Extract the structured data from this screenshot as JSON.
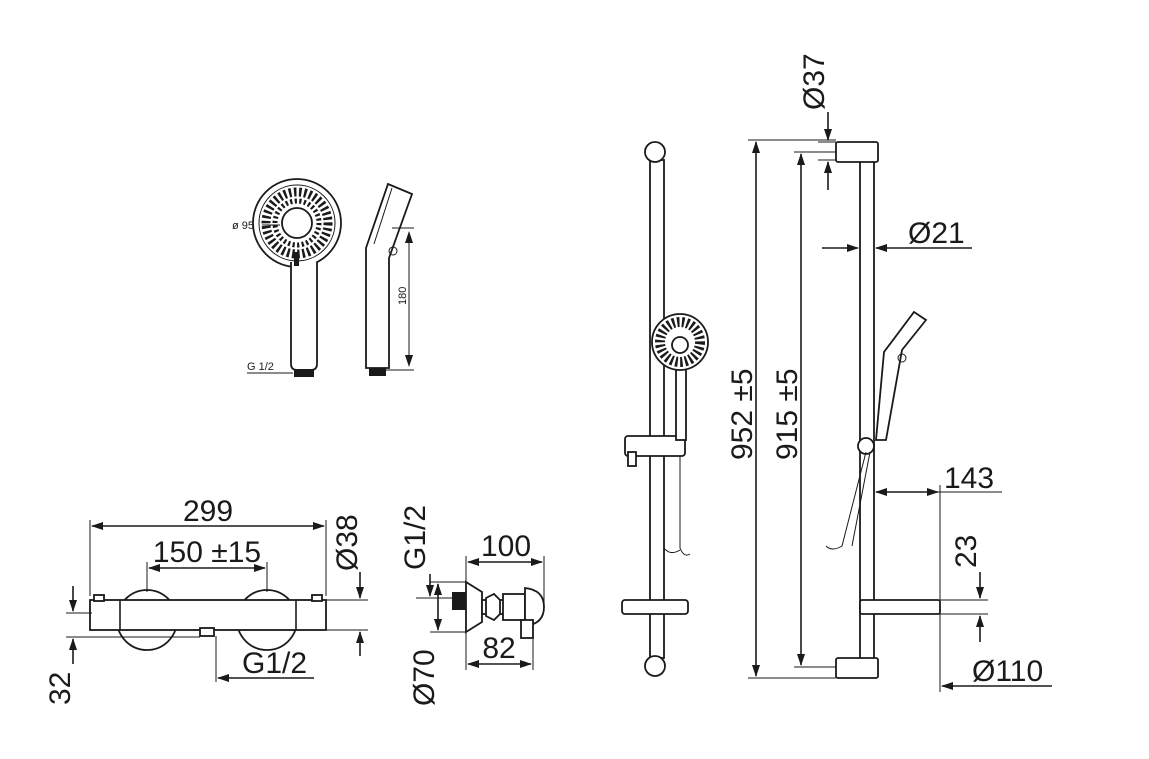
{
  "diagram": {
    "colors": {
      "line": "#1a1a1a",
      "background": "#ffffff"
    },
    "hand_shower": {
      "label_diameter": "ø 95",
      "label_length": "180",
      "label_thread": "G 1/2"
    },
    "mixer": {
      "label_width": "299",
      "label_center_distance": "150 ±15",
      "label_body_diameter": "Ø38",
      "label_height_offset": "32",
      "label_outlet_thread": "G1/2"
    },
    "connector": {
      "label_inlet_thread": "G1/2",
      "label_depth": "100",
      "label_cover_diameter": "Ø70",
      "label_offset": "82"
    },
    "rail": {
      "label_total_height": "952 ±5",
      "label_center_height": "915 ±5",
      "label_end_diameter": "Ø37",
      "label_rail_diameter": "Ø21",
      "label_projection": "143",
      "label_shelf_height": "23",
      "label_shelf_diameter": "Ø110"
    }
  }
}
